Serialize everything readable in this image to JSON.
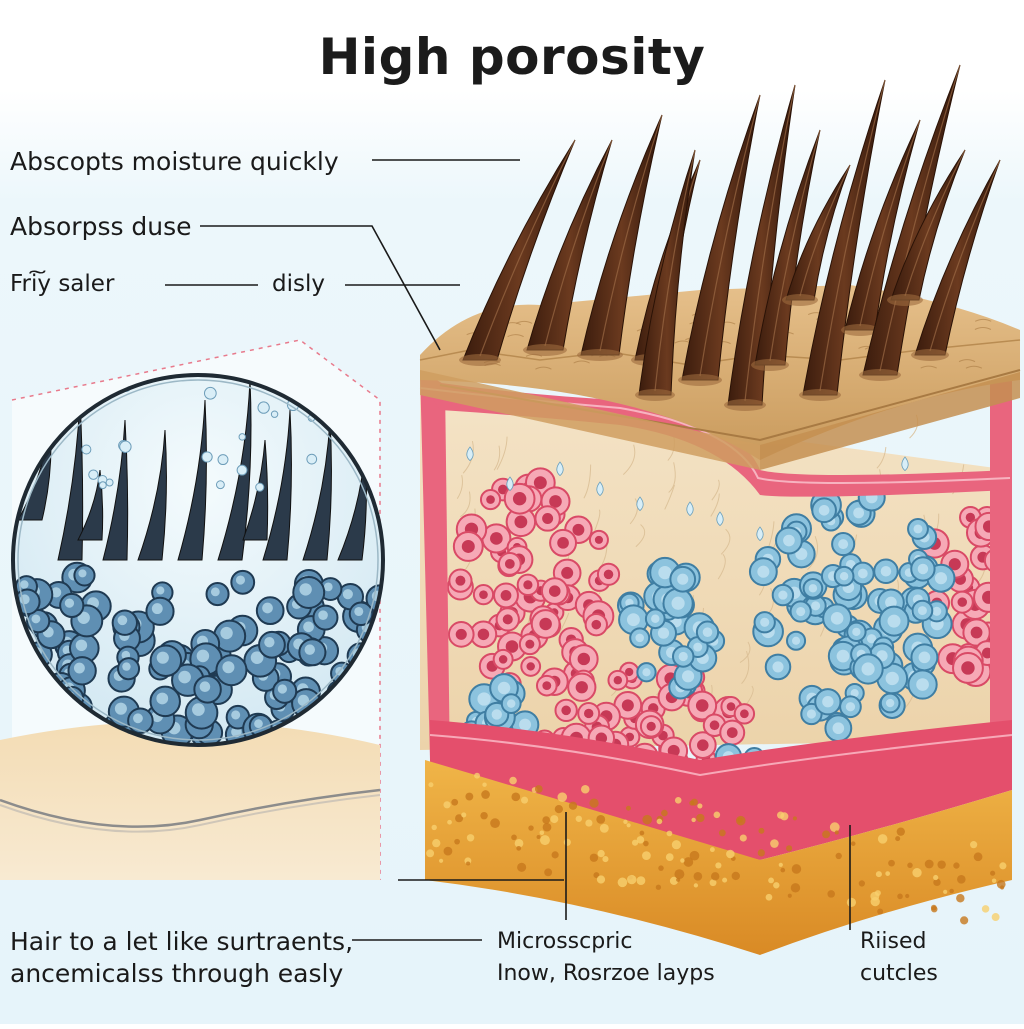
{
  "title": "High porosity",
  "labels": {
    "absorbs_moisture": "Abscopts moisture quickly",
    "absorbs_dust": "Absorpss duse",
    "frizzy": "Fri͠y saler",
    "dusty": "disly",
    "hair_line1": "Hair to a let like surtraents,",
    "hair_line2": "ancemicalss through easly",
    "micro_line1": "Microsscpric",
    "micro_line2": "Inow, Rosrzoe  layps",
    "raised_line1": "Riised",
    "raised_line2": "cutcles"
  },
  "colors": {
    "background_wash": "#e8f6fb",
    "hair_shaft": "#5a2e17",
    "cuticle_surface": "#d9b07a",
    "pink_layer": "#e9657e",
    "blue_cells": "#6aa7c9",
    "fatty_layer": "#e3a236",
    "magnifier_hair": "#2b3a4a",
    "dotted_outline": "#e87a8c"
  }
}
